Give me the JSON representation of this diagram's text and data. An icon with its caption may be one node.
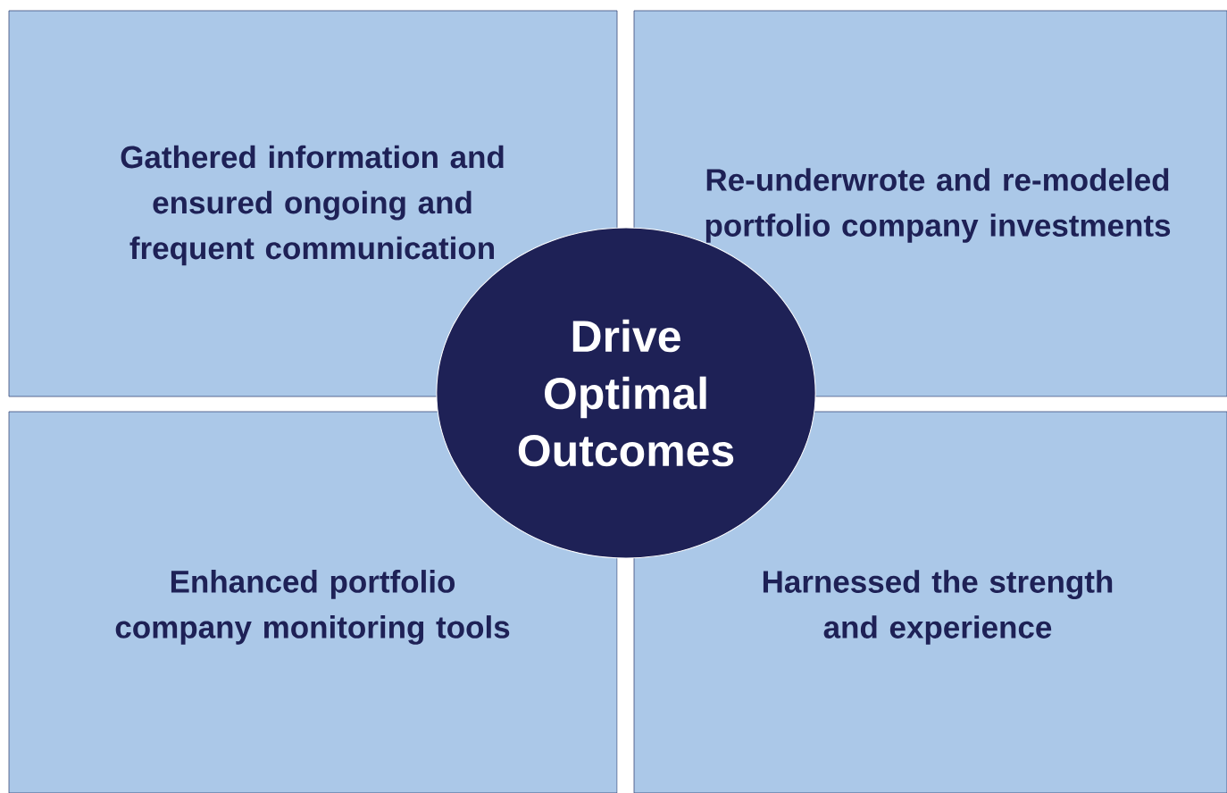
{
  "diagram": {
    "nodes": [
      {
        "text": [
          "Gathered information and ensured ongoing and frequent communication"
        ]
      },
      {
        "text": [
          "Re-underwrote and re-modeled portfolio company investments"
        ]
      },
      {
        "text": [
          "Drive Optimal Outcomes"
        ]
      },
      {
        "text": [
          "Enhanced portfolio company monitoring tools"
        ]
      },
      {
        "text": [
          "Harnessed the strength and experience"
        ]
      }
    ]
  }
}
